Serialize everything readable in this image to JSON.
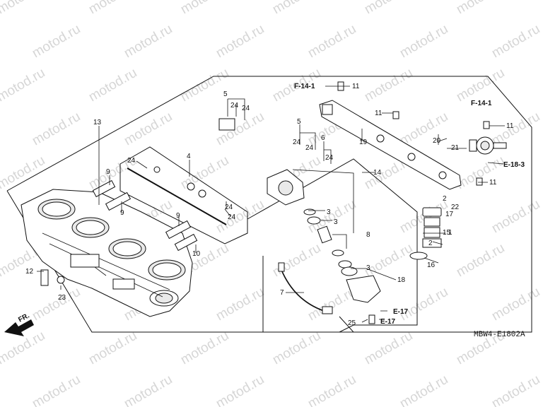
{
  "watermark": "motod.ru",
  "diagram_code": "MBW4-E1802A",
  "direction_label": "FR.",
  "part_numbers": [
    "1",
    "2",
    "2",
    "3",
    "3",
    "3",
    "4",
    "5",
    "5",
    "6",
    "7",
    "8",
    "9",
    "9",
    "9",
    "10",
    "11",
    "11",
    "11",
    "11",
    "12",
    "13",
    "14",
    "15",
    "16",
    "17",
    "18",
    "19",
    "20",
    "21",
    "22",
    "23",
    "24",
    "24",
    "24",
    "24",
    "24",
    "24",
    "24",
    "24",
    "25"
  ],
  "references": [
    "F-14-1",
    "F-14-1",
    "E-18-3",
    "E-17",
    "E-17"
  ]
}
